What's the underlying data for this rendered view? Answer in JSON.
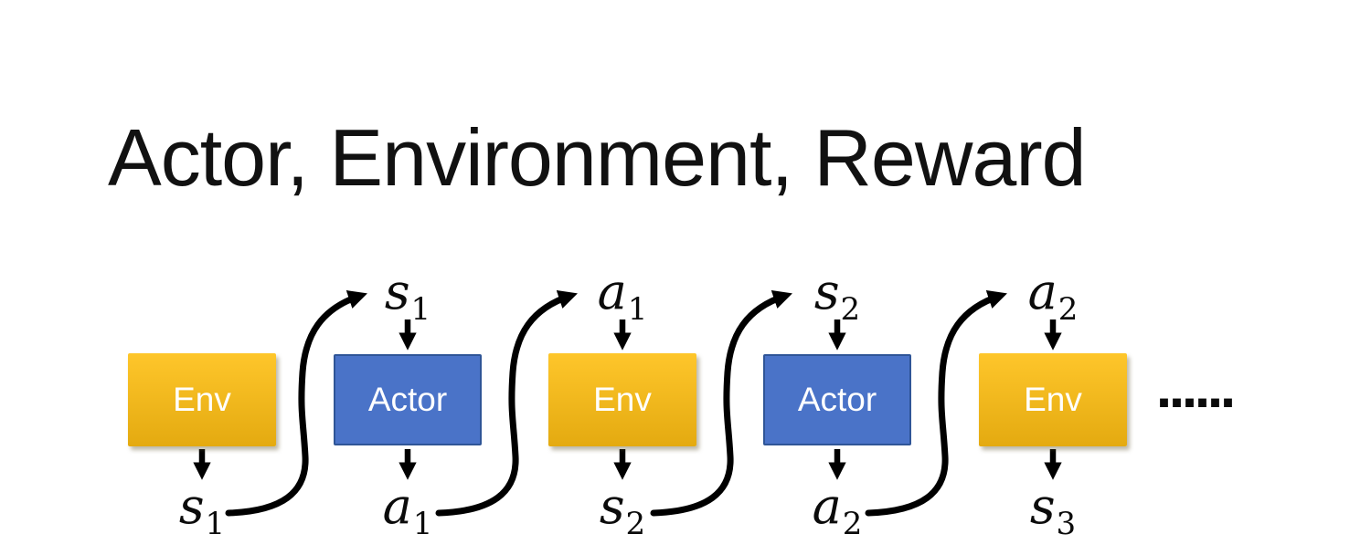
{
  "title": "Actor, Environment, Reward",
  "colors": {
    "title_color": "#111111",
    "env_top": "#fec62b",
    "env_bottom": "#e4aa10",
    "actor_fill": "#4a73c8",
    "actor_border": "#2f5597",
    "box_text": "#ffffff",
    "arrow": "#000000"
  },
  "boxes": [
    {
      "label": "Env"
    },
    {
      "label": "Actor"
    },
    {
      "label": "Env"
    },
    {
      "label": "Actor"
    },
    {
      "label": "Env"
    }
  ],
  "top_labels": [
    {
      "base": "s",
      "sub": "1"
    },
    {
      "base": "a",
      "sub": "1"
    },
    {
      "base": "s",
      "sub": "2"
    },
    {
      "base": "a",
      "sub": "2"
    }
  ],
  "bottom_labels": [
    {
      "base": "s",
      "sub": "1"
    },
    {
      "base": "a",
      "sub": "1"
    },
    {
      "base": "s",
      "sub": "2"
    },
    {
      "base": "a",
      "sub": "2"
    },
    {
      "base": "s",
      "sub": "3"
    }
  ],
  "ellipsis": "......"
}
